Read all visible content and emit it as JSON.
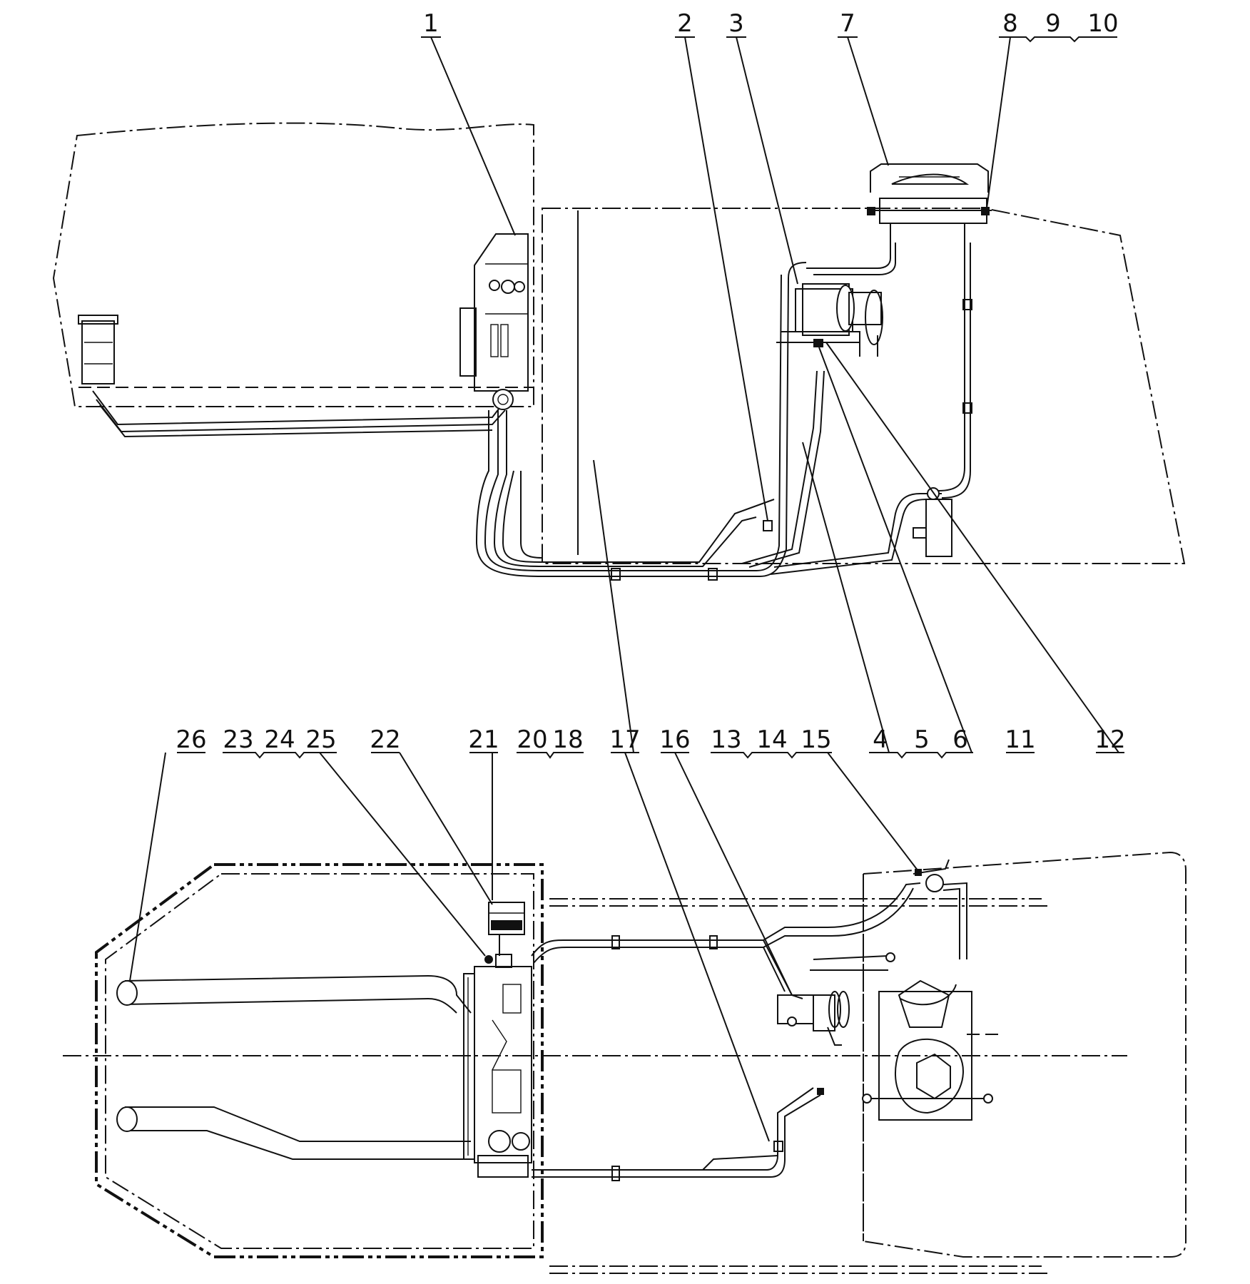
{
  "labels": {
    "l1": "1",
    "l2": "2",
    "l3": "3",
    "l7": "7",
    "l8": "8",
    "l9": "9",
    "l10": "10",
    "l26": "26",
    "l23": "23",
    "l24": "24",
    "l25": "25",
    "l22": "22",
    "l21": "21",
    "l20": "20",
    "l18": "18",
    "l17": "17",
    "l16": "16",
    "l13": "13",
    "l14": "14",
    "l15": "15",
    "l4": "4",
    "l5": "5",
    "l6": "6",
    "l11": "11",
    "l12": "12"
  }
}
